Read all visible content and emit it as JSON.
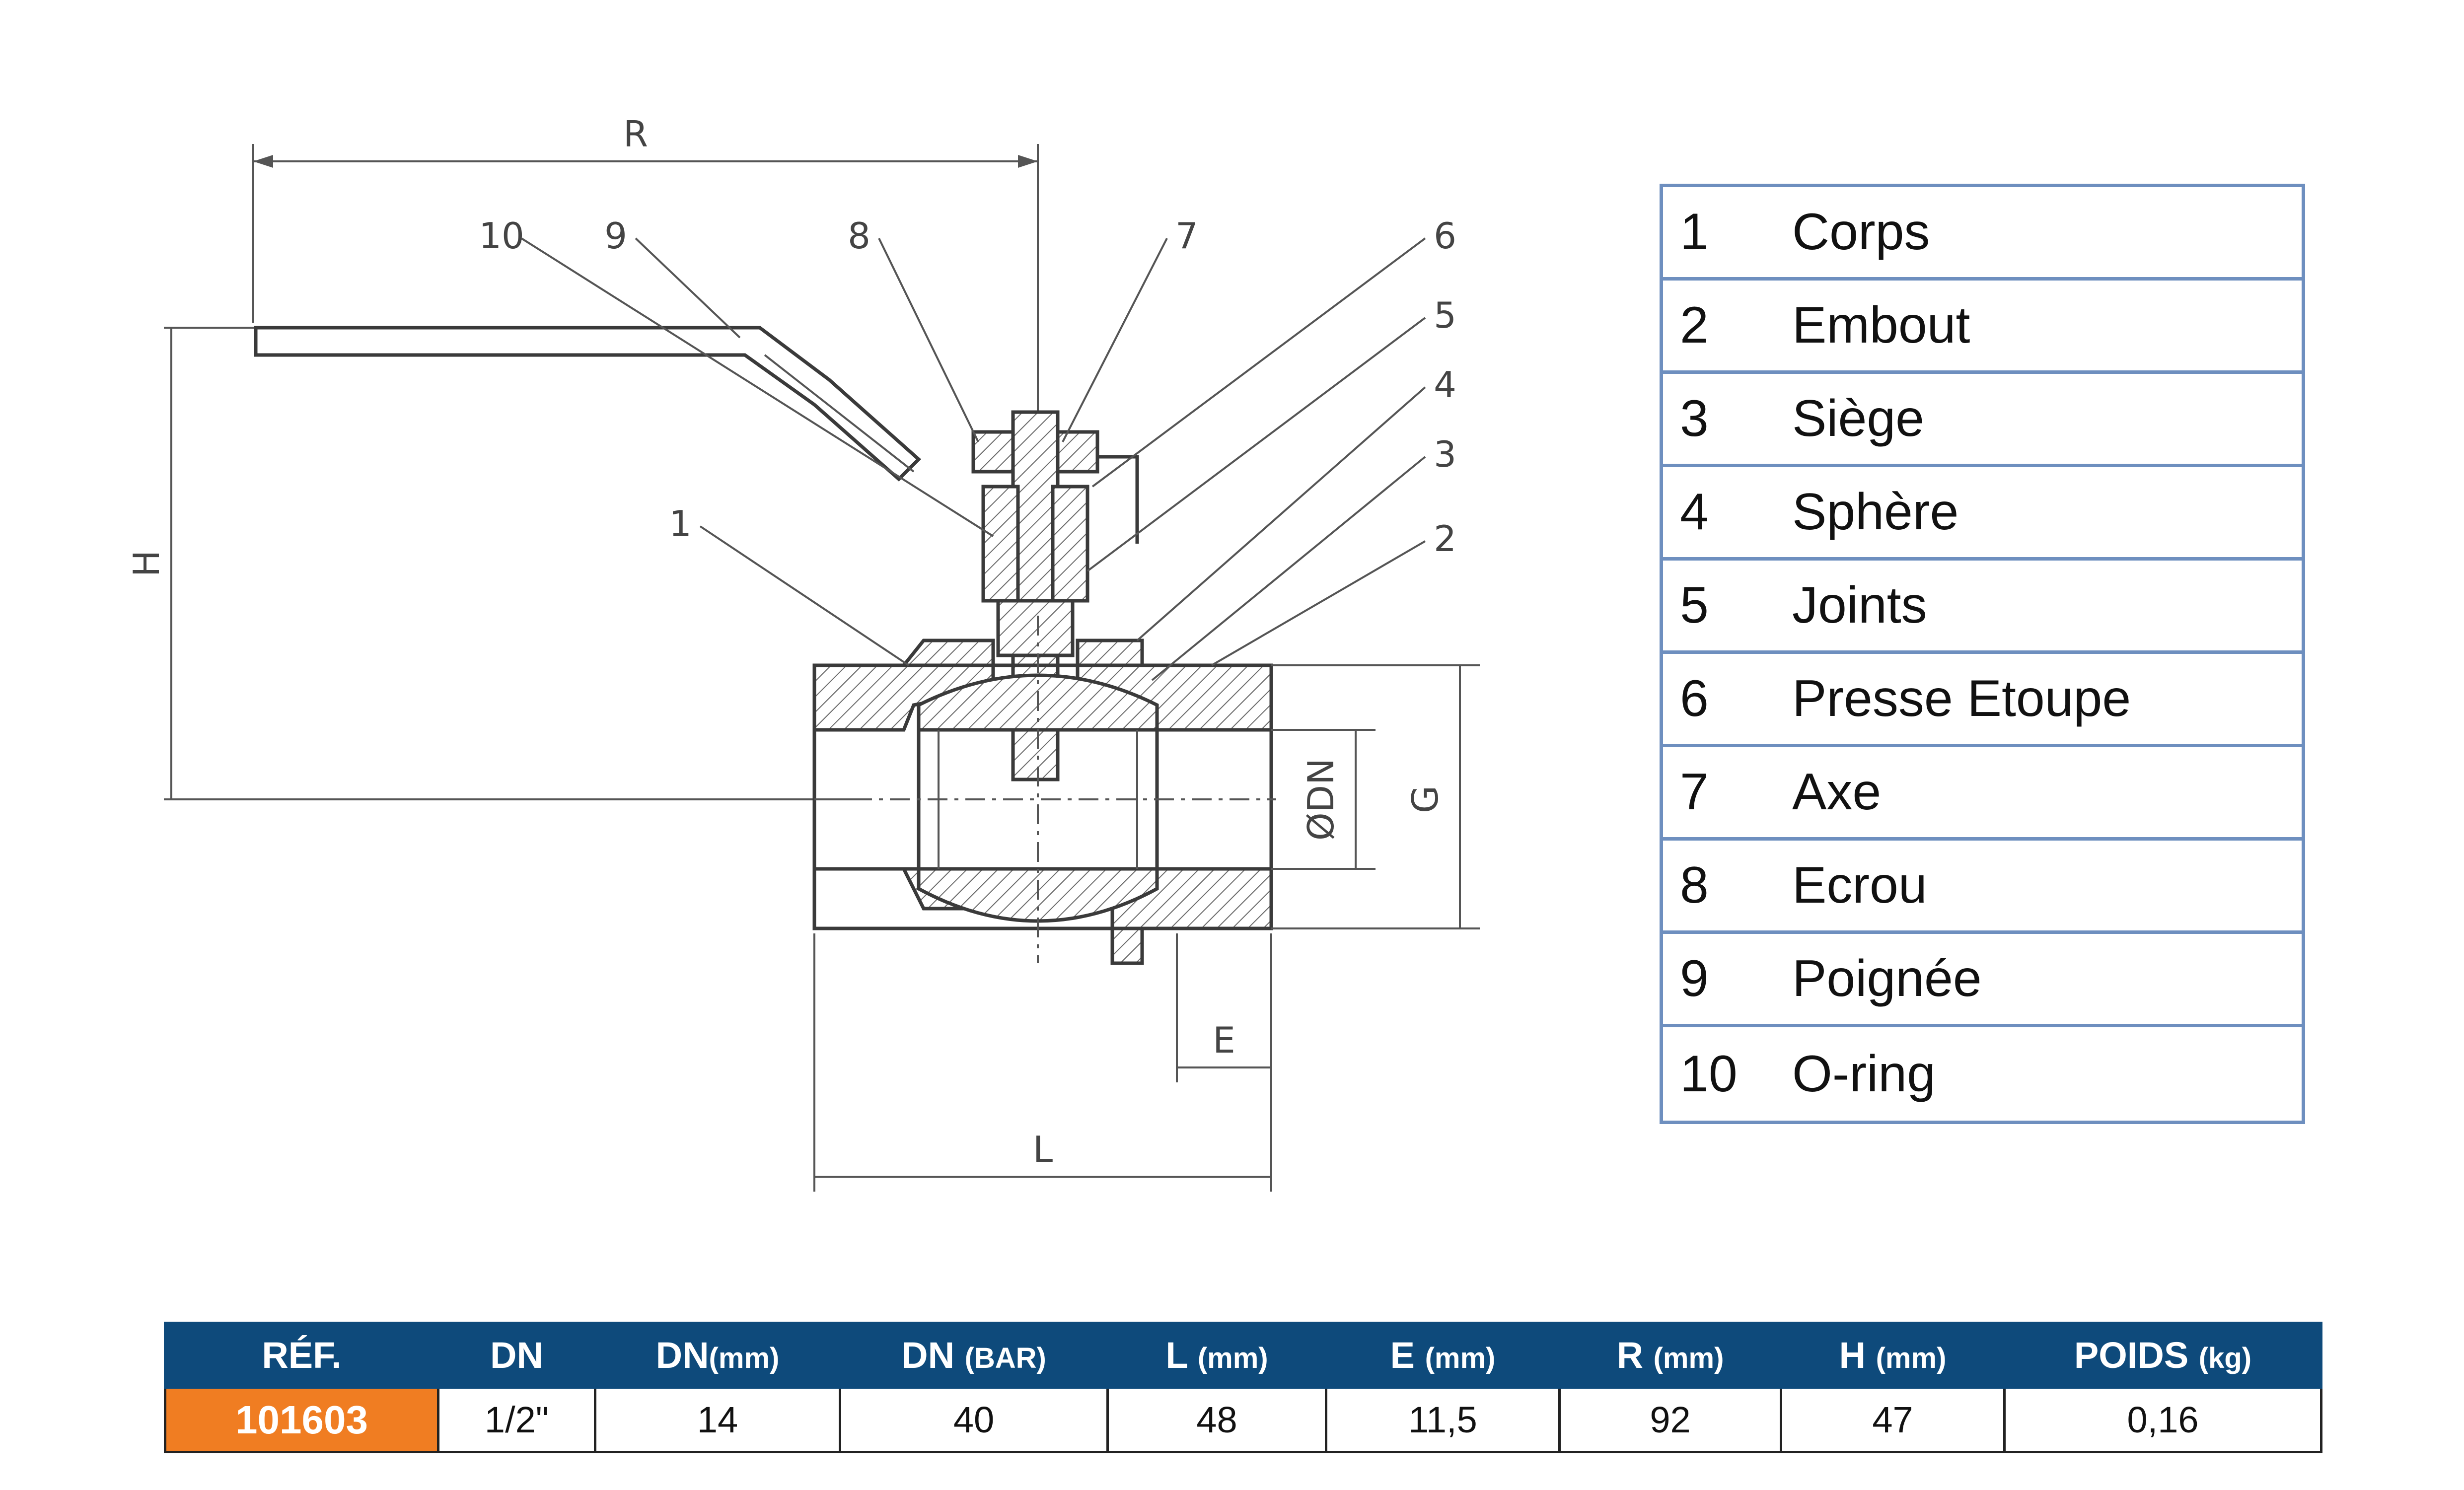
{
  "drawing": {
    "dimension_labels": {
      "R": "R",
      "H": "H",
      "G": "G",
      "DN": "ØDN",
      "E": "E",
      "L": "L"
    },
    "callouts": [
      "10",
      "9",
      "8",
      "7",
      "6",
      "5",
      "4",
      "3",
      "2",
      "1"
    ]
  },
  "legend": [
    {
      "num": "1",
      "name": "Corps"
    },
    {
      "num": "2",
      "name": "Embout"
    },
    {
      "num": "3",
      "name": "Siège"
    },
    {
      "num": "4",
      "name": "Sphère"
    },
    {
      "num": "5",
      "name": "Joints"
    },
    {
      "num": "6",
      "name": "Presse Etoupe"
    },
    {
      "num": "7",
      "name": "Axe"
    },
    {
      "num": "8",
      "name": "Ecrou"
    },
    {
      "num": "9",
      "name": "Poignée"
    },
    {
      "num": "10",
      "name": "O-ring"
    }
  ],
  "spec_table": {
    "headers": [
      {
        "label": "RÉF.",
        "unit": ""
      },
      {
        "label": "DN",
        "unit": ""
      },
      {
        "label": "DN",
        "unit": "(mm)"
      },
      {
        "label": "DN ",
        "unit": "(BAR)"
      },
      {
        "label": "L ",
        "unit": "(mm)"
      },
      {
        "label": "E ",
        "unit": "(mm)"
      },
      {
        "label": "R ",
        "unit": "(mm)"
      },
      {
        "label": "H ",
        "unit": "(mm)"
      },
      {
        "label": "POIDS ",
        "unit": "(kg)"
      }
    ],
    "row": [
      "101603",
      "1/2\"",
      "14",
      "40",
      "48",
      "11,5",
      "92",
      "47",
      "0,16"
    ]
  },
  "colors": {
    "header_bg": "#0e4a7b",
    "ref_bg": "#f07d22",
    "legend_border": "#6e8fbf"
  }
}
